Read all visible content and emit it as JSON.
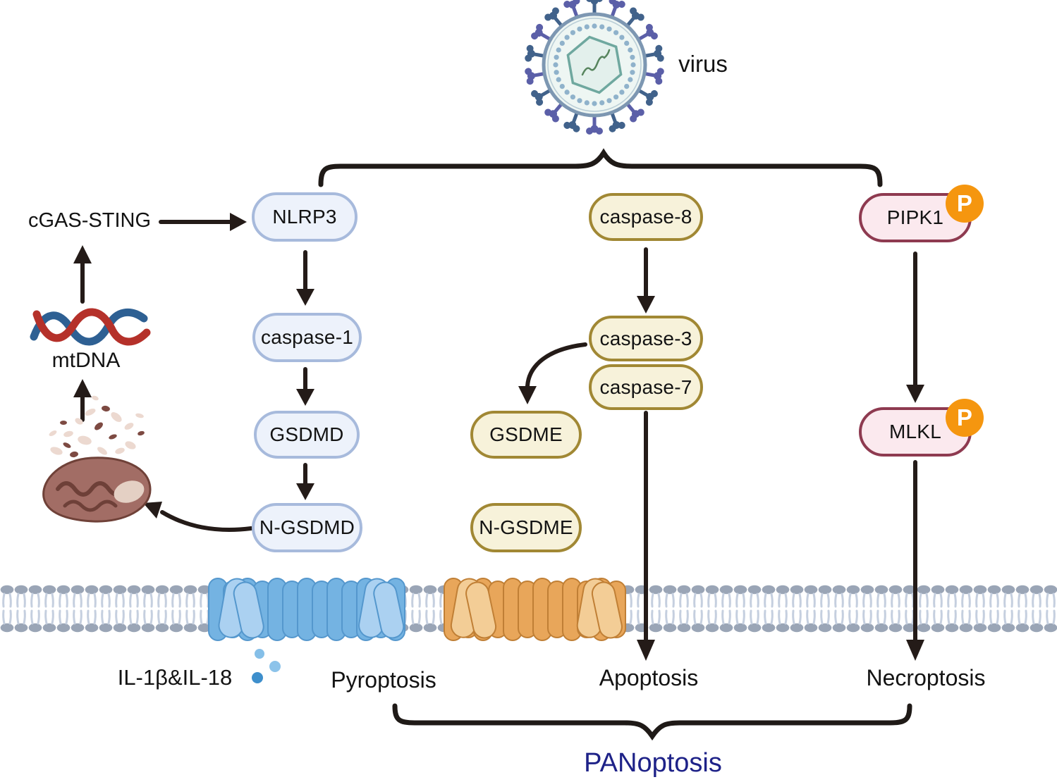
{
  "figure": {
    "virus_label": "virus",
    "panoptosis_label": "PANoptosis"
  },
  "pyroptosis": {
    "cgas_sting": "cGAS-STING",
    "mtdna": "mtDNA",
    "nlrp3": "NLRP3",
    "caspase1": "caspase-1",
    "gsdmd": "GSDMD",
    "n_gsdmd": "N-GSDMD",
    "cytokines": "IL-1β&IL-18",
    "outcome": "Pyroptosis"
  },
  "apoptosis": {
    "caspase8": "caspase-8",
    "caspase3": "caspase-3",
    "caspase7": "caspase-7",
    "gsdme": "GSDME",
    "n_gsdme": "N-GSDME",
    "outcome": "Apoptosis"
  },
  "necroptosis": {
    "pipk1": "PIPK1",
    "mlkl": "MLKL",
    "phospho": "P",
    "outcome": "Necroptosis"
  },
  "icons": {
    "virus": "virus-icon",
    "mtdna_helix": "dna-helix-icon",
    "mitochondria": "damaged-mitochondria-icon",
    "membrane": "lipid-bilayer-membrane",
    "gsdmd_pore": "gsdmd-pore-icon",
    "gsdme_pore": "gsdme-pore-icon",
    "cytokine_dots": "cytokine-dots-icon",
    "phospho_badge": "phosphorylation-badge"
  },
  "colors": {
    "blue_node_fill": "#edf2fb",
    "blue_node_border": "#a7badc",
    "gold_node_fill": "#f7f2da",
    "gold_node_border": "#a18834",
    "pink_node_fill": "#fbe9ee",
    "pink_node_border": "#8e3a50",
    "phospho_badge": "#f5960f",
    "panoptosis_text": "#1e2288",
    "arrow": "#241b18",
    "membrane_head": "#9aa5b6",
    "membrane_tail": "#c5cfdf",
    "gsdmd_pore_blue": "#74b3e2",
    "gsdme_pore_orange": "#e8a65a"
  }
}
